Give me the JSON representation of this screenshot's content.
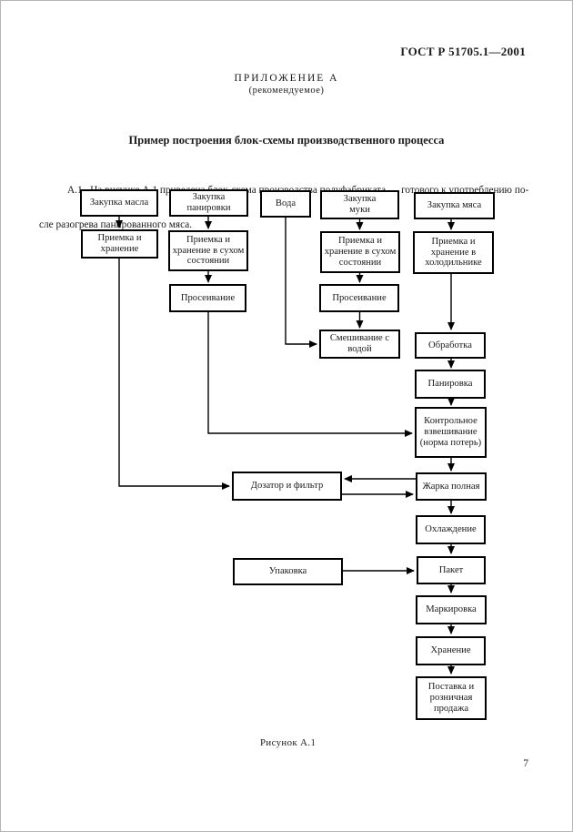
{
  "document": {
    "standard_ref": "ГОСТ Р 51705.1—2001",
    "appendix_title": "ПРИЛОЖЕНИЕ А",
    "appendix_note": "(рекомендуемое)",
    "section_title": "Пример построения блок-схемы производственного процесса",
    "intro_line1": "А.1   На рисунке А.1 приведена блок-схема производства полуфабриката — готового к употреблению по-",
    "intro_line2": "сле разогрева панированного мяса.",
    "figure_caption": "Рисунок А.1",
    "page_number": "7"
  },
  "flowchart": {
    "nodes": {
      "zakupka_masla": "Закупка масла",
      "zakupka_panirovki": "Закупка\nпанировки",
      "voda": "Вода",
      "zakupka_muki": "Закупка\nмуки",
      "zakupka_myasa": "Закупка мяса",
      "priemka_i_hranenie": "Приемка и\nхранение",
      "priemka_suhoe_panirovka": "Приемка и\nхранение в сухом\nсостоянии",
      "priemka_suhoe_muka": "Приемка и\nхранение в сухом\nсостоянии",
      "priemka_holodilnik": "Приемка и\nхранение в\nхолодильнике",
      "proseivanie_panirovka": "Просеивание",
      "proseivanie_muka": "Просеивание",
      "smeshivanie_s_vodoj": "Смешивание с\nводой",
      "obrabotka": "Обработка",
      "panirovka": "Панировка",
      "kontrolnoe_vzveshivanie": "Контрольное\nвзвешивание\n(норма потерь)",
      "dozator_i_filtr": "Дозатор и фильтр",
      "zharka_polnaya": "Жарка полная",
      "ohlazhdenie": "Охлаждение",
      "upakovka": "Упаковка",
      "paket": "Пакет",
      "markirovka": "Маркировка",
      "hranenie": "Хранение",
      "postavka": "Поставка и\nрозничная\nпродажа"
    }
  }
}
